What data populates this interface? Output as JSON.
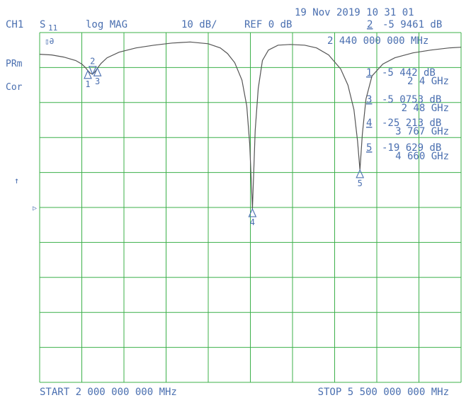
{
  "header": {
    "date_time": "19 Nov 2019  10 31 01",
    "channel": "CH1",
    "param_main": "S",
    "param_sub": "11",
    "format": "log MAG",
    "scale": "10 dB/",
    "reference": "REF 0 dB",
    "active_marker_num": "2",
    "active_marker_value": "-5 9461 dB"
  },
  "left_annotations": {
    "prm": "PRm",
    "cor": "Cor",
    "ref_arrow": "↑",
    "ref_pointer": "▷"
  },
  "smoothing_badge": "▯Ә",
  "active_marker_freq": "2 440 000 000 MHz",
  "marker_table": [
    {
      "num": "1",
      "value": "-5 442  dB",
      "freq": "2 4  GHz"
    },
    {
      "num": "3",
      "value": "-5 0753 dB",
      "freq": "2 48  GHz"
    },
    {
      "num": "4",
      "value": "-25 213  dB",
      "freq": "3 767  GHz"
    },
    {
      "num": "5",
      "value": "-19 629  dB",
      "freq": "4 660  GHz"
    }
  ],
  "footer": {
    "start": "START 2 000 000 000 MHz",
    "stop": "STOP 5 500 000 000 MHz"
  },
  "colors": {
    "grid": "#3cb04a",
    "text": "#4a6fb0",
    "trace": "#555555",
    "marker": "#4a6fb0"
  },
  "chart_data": {
    "type": "line",
    "title": "S11 log MAG",
    "x_unit": "MHz",
    "y_unit": "dB",
    "xlim": [
      2000,
      5500
    ],
    "ylim": [
      -50,
      0
    ],
    "grid": true,
    "series": [
      {
        "x": [
          2000,
          2100,
          2200,
          2300,
          2350,
          2380,
          2400,
          2420,
          2440,
          2460,
          2480,
          2510,
          2560,
          2660,
          2800,
          2950,
          3100,
          3250,
          3400,
          3500,
          3560,
          3620,
          3680,
          3720,
          3745,
          3767,
          3790,
          3815,
          3850,
          3900,
          3980,
          4080,
          4200,
          4300,
          4400,
          4500,
          4560,
          4610,
          4640,
          4660,
          4680,
          4710,
          4760,
          4850,
          4950,
          5100,
          5250,
          5400,
          5500
        ],
        "y": [
          -3.1,
          -3.2,
          -3.5,
          -4.0,
          -4.5,
          -5.0,
          -5.44,
          -5.8,
          -5.95,
          -5.6,
          -5.08,
          -4.4,
          -3.6,
          -2.8,
          -2.2,
          -1.8,
          -1.5,
          -1.35,
          -1.6,
          -2.2,
          -3.0,
          -4.3,
          -6.8,
          -10.5,
          -16.0,
          -25.21,
          -14.0,
          -8.0,
          -4.0,
          -2.5,
          -1.8,
          -1.7,
          -1.8,
          -2.2,
          -3.2,
          -5.2,
          -7.5,
          -11.0,
          -15.5,
          -19.63,
          -14.5,
          -9.5,
          -6.2,
          -4.5,
          -3.6,
          -2.9,
          -2.5,
          -2.2,
          -2.1
        ]
      }
    ],
    "markers": [
      {
        "num": "1",
        "freq": 2400,
        "db": -5.442
      },
      {
        "num": "2",
        "freq": 2440,
        "db": -5.9461
      },
      {
        "num": "3",
        "freq": 2480,
        "db": -5.0753
      },
      {
        "num": "4",
        "freq": 3767,
        "db": -25.213
      },
      {
        "num": "5",
        "freq": 4660,
        "db": -19.629
      }
    ]
  }
}
